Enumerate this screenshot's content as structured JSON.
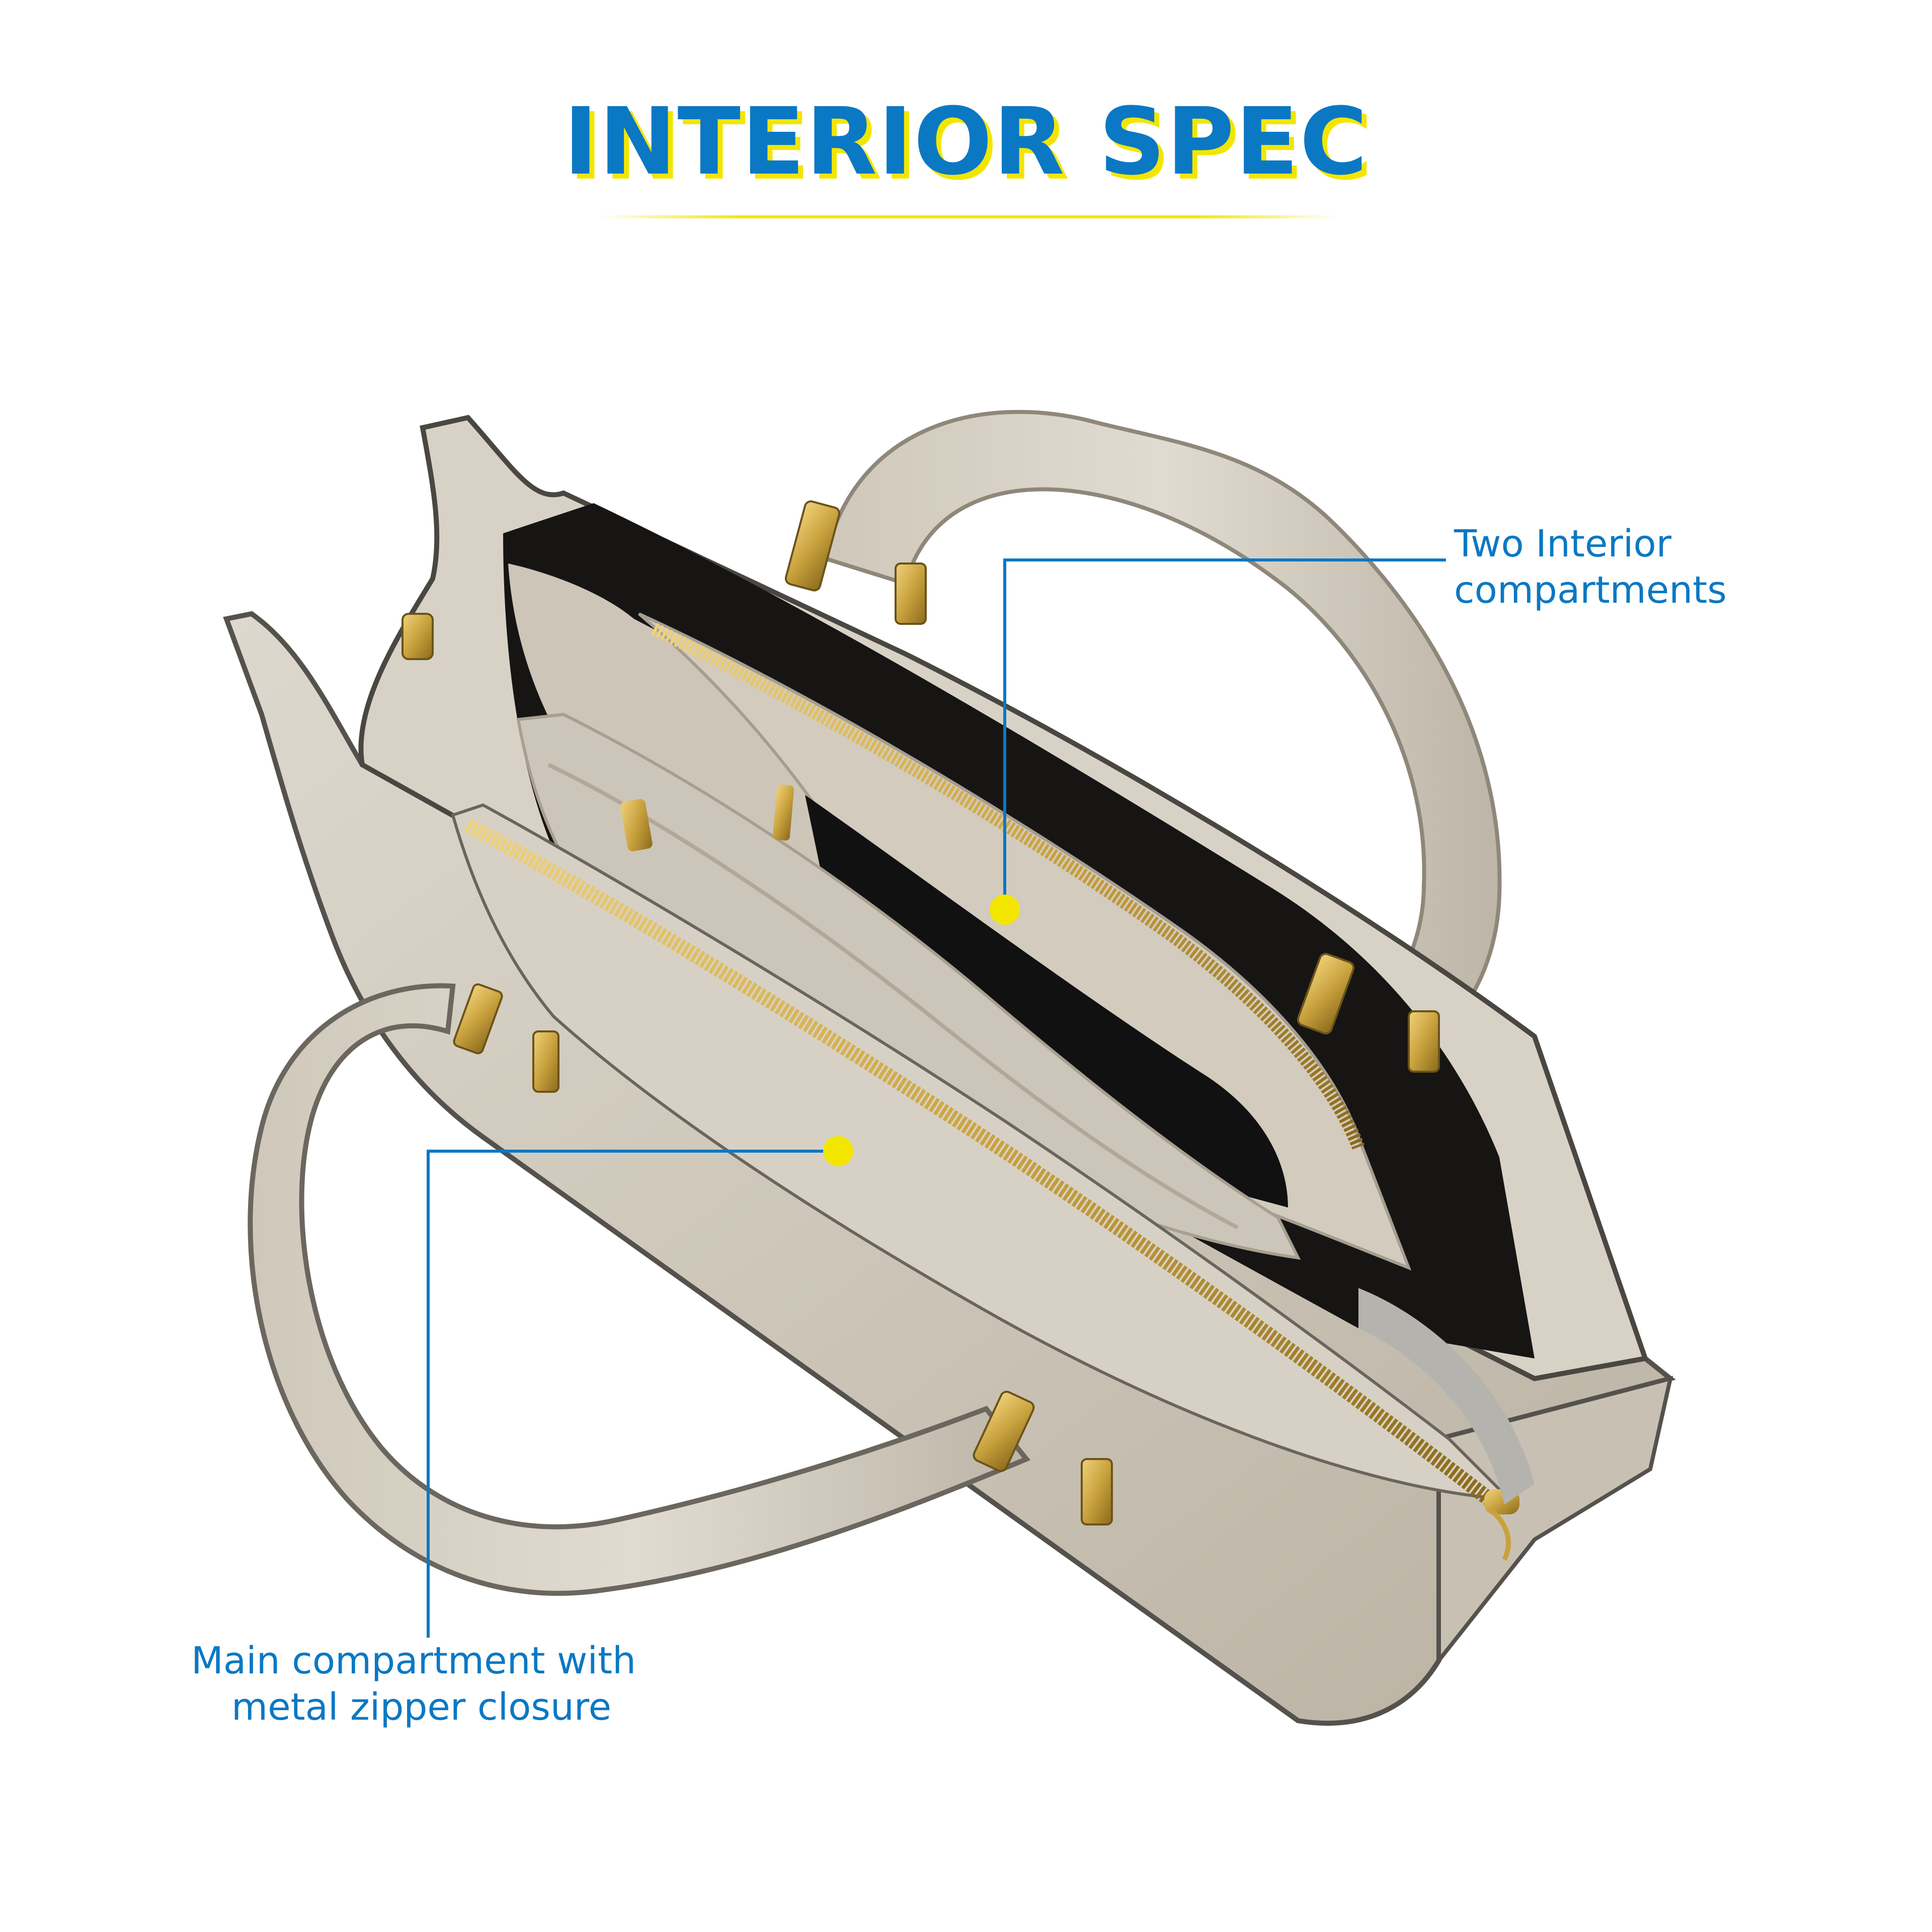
{
  "page": {
    "title": "INTERIOR SPEC",
    "colors": {
      "title_blue": "#0b78c4",
      "accent_yellow": "#f2e600",
      "bag_taupe": "#cfc8bb",
      "lining_black": "#111111",
      "zipper_gold": "#c9a23e"
    }
  },
  "callouts": {
    "two_compartments": {
      "line1": "Two Interior",
      "line2": "compartments"
    },
    "main_compartment": {
      "line1": "Main compartment with",
      "line2": "metal zipper closure"
    }
  },
  "product": {
    "icon": "handbag-open-top-view"
  }
}
